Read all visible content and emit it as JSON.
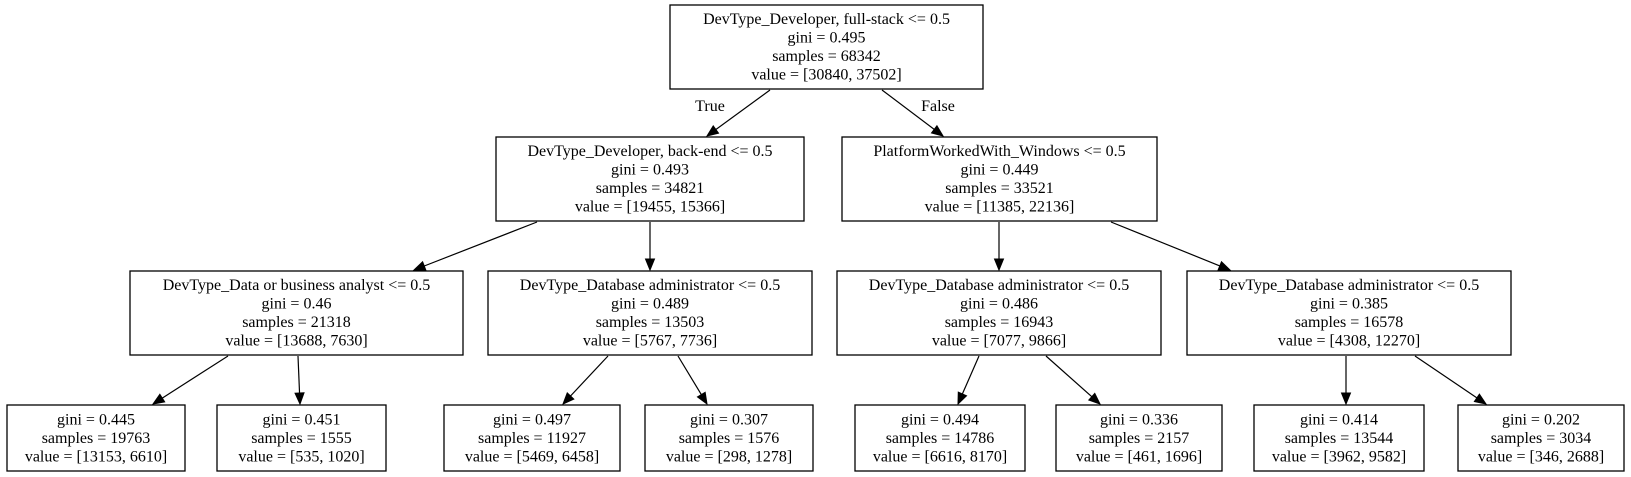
{
  "colors": {
    "background": "#ffffff",
    "stroke": "#000000",
    "text": "#000000"
  },
  "branch_labels": {
    "true_label": "True",
    "false_label": "False"
  },
  "nodes": [
    {
      "id": "n0",
      "lines": [
        "DevType_Developer, full-stack <= 0.5",
        "gini = 0.495",
        "samples = 68342",
        "value = [30840, 37502]"
      ]
    },
    {
      "id": "n1",
      "lines": [
        "DevType_Developer, back-end <= 0.5",
        "gini = 0.493",
        "samples = 34821",
        "value = [19455, 15366]"
      ]
    },
    {
      "id": "n2",
      "lines": [
        "PlatformWorkedWith_Windows <= 0.5",
        "gini = 0.449",
        "samples = 33521",
        "value = [11385, 22136]"
      ]
    },
    {
      "id": "n3",
      "lines": [
        "DevType_Data or business analyst <= 0.5",
        "gini = 0.46",
        "samples = 21318",
        "value = [13688, 7630]"
      ]
    },
    {
      "id": "n4",
      "lines": [
        "DevType_Database administrator <= 0.5",
        "gini = 0.489",
        "samples = 13503",
        "value = [5767, 7736]"
      ]
    },
    {
      "id": "n5",
      "lines": [
        "DevType_Database administrator <= 0.5",
        "gini = 0.486",
        "samples = 16943",
        "value = [7077, 9866]"
      ]
    },
    {
      "id": "n6",
      "lines": [
        "DevType_Database administrator <= 0.5",
        "gini = 0.385",
        "samples = 16578",
        "value = [4308, 12270]"
      ]
    },
    {
      "id": "n7",
      "lines": [
        "gini = 0.445",
        "samples = 19763",
        "value = [13153, 6610]"
      ]
    },
    {
      "id": "n8",
      "lines": [
        "gini = 0.451",
        "samples = 1555",
        "value = [535, 1020]"
      ]
    },
    {
      "id": "n9",
      "lines": [
        "gini = 0.497",
        "samples = 11927",
        "value = [5469, 6458]"
      ]
    },
    {
      "id": "n10",
      "lines": [
        "gini = 0.307",
        "samples = 1576",
        "value = [298, 1278]"
      ]
    },
    {
      "id": "n11",
      "lines": [
        "gini = 0.494",
        "samples = 14786",
        "value = [6616, 8170]"
      ]
    },
    {
      "id": "n12",
      "lines": [
        "gini = 0.336",
        "samples = 2157",
        "value = [461, 1696]"
      ]
    },
    {
      "id": "n13",
      "lines": [
        "gini = 0.414",
        "samples = 13544",
        "value = [3962, 9582]"
      ]
    },
    {
      "id": "n14",
      "lines": [
        "gini = 0.202",
        "samples = 3034",
        "value = [346, 2688]"
      ]
    }
  ],
  "edges": [
    {
      "from": "n0",
      "to": "n1"
    },
    {
      "from": "n0",
      "to": "n2"
    },
    {
      "from": "n1",
      "to": "n3"
    },
    {
      "from": "n1",
      "to": "n4"
    },
    {
      "from": "n2",
      "to": "n5"
    },
    {
      "from": "n2",
      "to": "n6"
    },
    {
      "from": "n3",
      "to": "n7"
    },
    {
      "from": "n3",
      "to": "n8"
    },
    {
      "from": "n4",
      "to": "n9"
    },
    {
      "from": "n4",
      "to": "n10"
    },
    {
      "from": "n5",
      "to": "n11"
    },
    {
      "from": "n5",
      "to": "n12"
    },
    {
      "from": "n6",
      "to": "n13"
    },
    {
      "from": "n6",
      "to": "n14"
    }
  ]
}
